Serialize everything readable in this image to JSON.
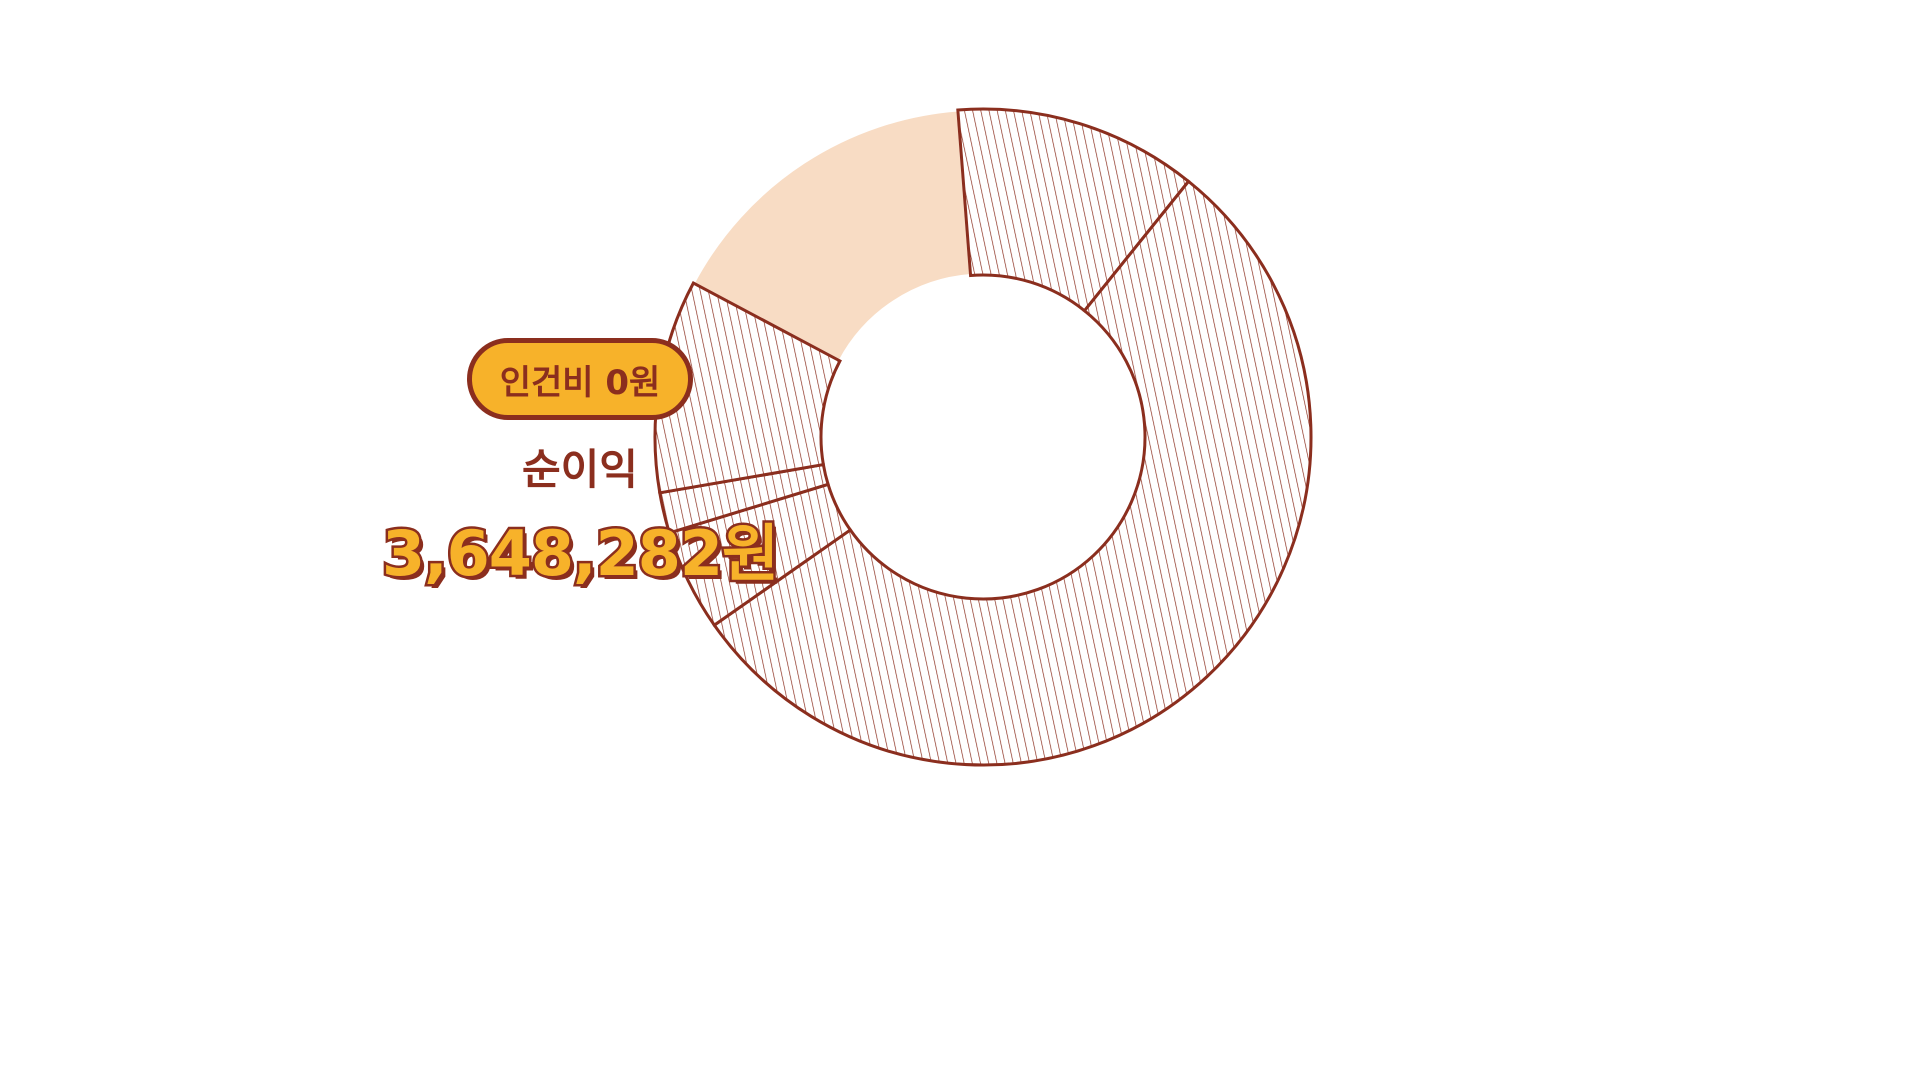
{
  "chart_data": {
    "type": "pie",
    "variant": "donut",
    "slices": [
      {
        "label": "순이익",
        "value": 16.0,
        "style": "solid",
        "color": "#F8DCC4"
      },
      {
        "label": "",
        "value": 12.0,
        "style": "hatched",
        "color": "#8B2E1E"
      },
      {
        "label": "",
        "value": 54.5,
        "style": "hatched",
        "color": "#8B2E1E"
      },
      {
        "label": "",
        "value": 5.0,
        "style": "hatched",
        "color": "#8B2E1E"
      },
      {
        "label": "",
        "value": 2.0,
        "style": "hatched",
        "color": "#8B2E1E"
      },
      {
        "label": "",
        "value": 10.5,
        "style": "hatched",
        "color": "#8B2E1E"
      }
    ],
    "start_angle_deg": 208,
    "direction": "clockwise",
    "highlighted_slice": "순이익"
  },
  "callout": {
    "badge": "인건비 0원",
    "label": "순이익",
    "value": "3,648,282원"
  },
  "colors": {
    "stroke": "#8B2E1E",
    "highlight_fill": "#F8DCC4",
    "accent": "#F7B22A",
    "background": "#FFFFFF"
  }
}
